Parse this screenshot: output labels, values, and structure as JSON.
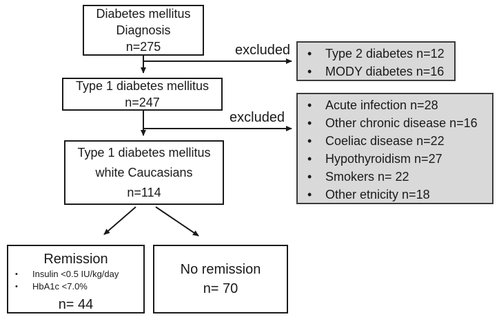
{
  "colors": {
    "background": "#ffffff",
    "box_fill": "#ffffff",
    "box_border": "#1a1a1a",
    "excluded_box_fill": "#d9d9d9",
    "excluded_box_border": "#3a3a3a",
    "text": "#1a1a1a",
    "arrow": "#1a1a1a"
  },
  "flow": {
    "diagnosis": {
      "line1": "Diabetes mellitus",
      "line2": "Diagnosis",
      "n": "n=275"
    },
    "excluded_label_top": "excluded",
    "excluded_top": {
      "items": [
        "Type 2 diabetes n=12",
        "MODY diabetes n=16"
      ]
    },
    "t1dm": {
      "line1": "Type 1 diabetes mellitus",
      "n": "n=247"
    },
    "excluded_label_mid": "excluded",
    "excluded_mid": {
      "items": [
        "Acute infection n=28",
        "Other chronic disease n=16",
        "Coeliac disease n=22",
        "Hypothyroidism n=27",
        "Smokers n= 22",
        "Other etnicity n=18"
      ]
    },
    "caucasians": {
      "line1": "Type 1 diabetes mellitus",
      "line2": "white Caucasians",
      "n": "n=114"
    },
    "remission": {
      "title": "Remission",
      "bullets": [
        "Insulin <0.5 IU/kg/day",
        "HbA1c <7.0%"
      ],
      "n": "n= 44"
    },
    "no_remission": {
      "line1": "No remission",
      "n": "n= 70"
    }
  }
}
